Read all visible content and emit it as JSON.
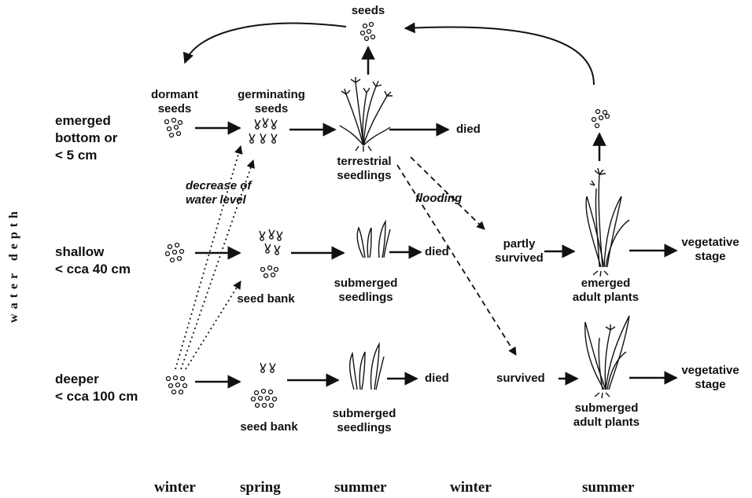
{
  "axis_label": "water depth",
  "rows": {
    "emerged": "emerged\nbottom or\n< 5 cm",
    "shallow": "shallow\n< cca 40 cm",
    "deeper": "deeper\n< cca 100 cm"
  },
  "seasons": [
    "winter",
    "spring",
    "summer",
    "winter",
    "summer"
  ],
  "labels": {
    "seeds_top": "seeds",
    "dormant_seeds": "dormant\nseeds",
    "germinating_seeds": "germinating\nseeds",
    "terrestrial_seedlings": "terrestrial\nseedlings",
    "died_top": "died",
    "died_shallow": "died",
    "died_deeper": "died",
    "seed_bank_shallow": "seed bank",
    "seed_bank_deeper": "seed bank",
    "submerged_seedlings_shallow": "submerged\nseedlings",
    "submerged_seedlings_deeper": "submerged\nseedlings",
    "decrease_water": "decrease of\nwater level",
    "flooding": "flooding",
    "partly_survived": "partly\nsurvived",
    "survived": "survived",
    "emerged_adult": "emerged\nadult plants",
    "submerged_adult": "submerged\nadult plants",
    "vegetative_1": "vegetative\nstage",
    "vegetative_2": "vegetative\nstage"
  }
}
